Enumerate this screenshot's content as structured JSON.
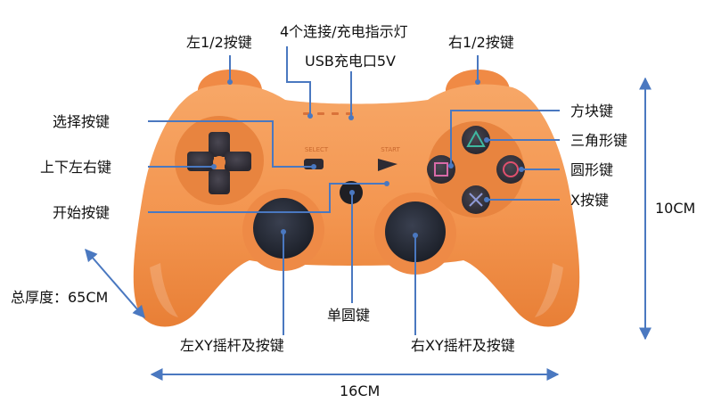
{
  "colors": {
    "body": "#f3954f",
    "body_shade": "#e4782f",
    "body_light": "#f8b27a",
    "leader": "#4a78c0",
    "stick": "#262b38",
    "button_face": "#35333d",
    "triangle": "#3fb8a0",
    "circle": "#e0506e",
    "cross": "#8f9ad8",
    "square": "#d86aa8"
  },
  "labels": {
    "l12": "左1/2按键",
    "leds": "4个连接/充电指示灯",
    "usb": "USB充电口5V",
    "r12": "右1/2按键",
    "select": "选择按键",
    "dpad": "上下左右键",
    "start": "开始按键",
    "square": "方块键",
    "triangle": "三角形键",
    "circle": "圆形键",
    "cross": "X按键",
    "height": "10CM",
    "thickness": "总厚度：65CM",
    "single": "单圆键",
    "lstick": "左XY摇杆及按键",
    "rstick": "右XY摇杆及按键",
    "width": "16CM"
  },
  "controller_marks": {
    "select_text": "SELECT",
    "start_text": "START"
  }
}
